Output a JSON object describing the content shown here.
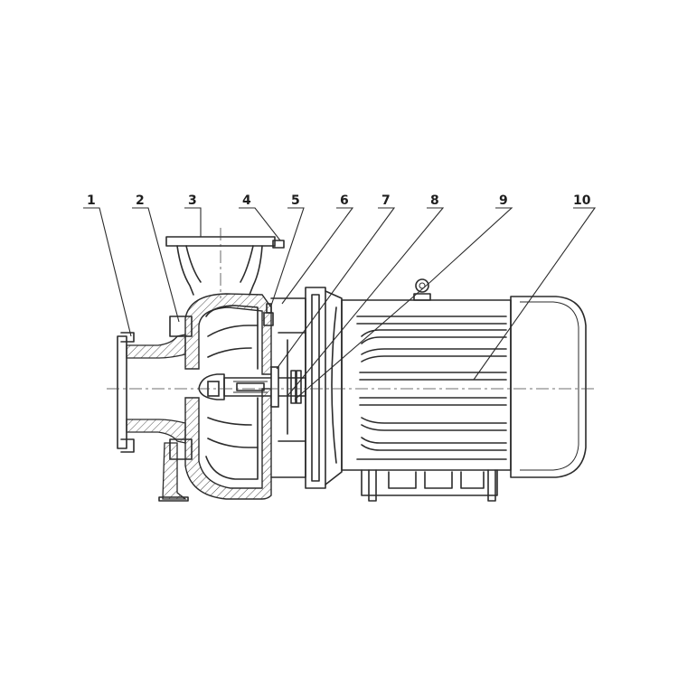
{
  "callouts": [
    {
      "id": "1",
      "label": "1"
    },
    {
      "id": "2",
      "label": "2"
    },
    {
      "id": "3",
      "label": "3"
    },
    {
      "id": "4",
      "label": "4"
    },
    {
      "id": "5",
      "label": "5"
    },
    {
      "id": "6",
      "label": "6"
    },
    {
      "id": "7",
      "label": "7"
    },
    {
      "id": "8",
      "label": "8"
    },
    {
      "id": "9",
      "label": "9"
    },
    {
      "id": "10",
      "label": "10"
    }
  ],
  "colors": {
    "ink": "#2b2b2b",
    "paper": "#ffffff"
  }
}
